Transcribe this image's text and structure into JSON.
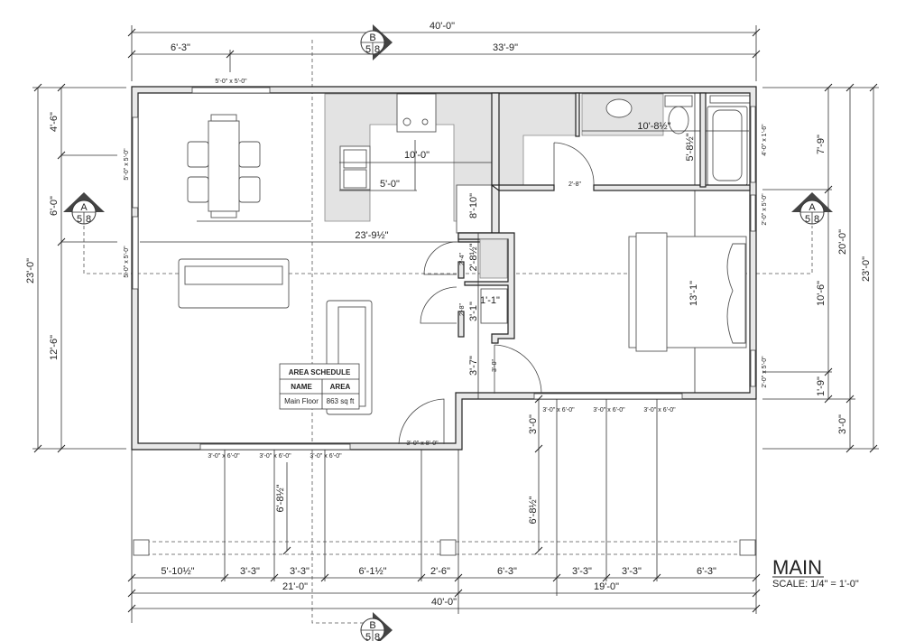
{
  "drawing": {
    "title": "MAIN",
    "scale": "SCALE: 1/4\" = 1'-0\"",
    "colors": {
      "line": "#222222",
      "wall_fill": "#e8e8e8",
      "counter_fill": "#e3e3e3"
    }
  },
  "section_markers": {
    "top": {
      "letter": "B",
      "sheet_a": "5",
      "sheet_b": "8"
    },
    "bottom": {
      "letter": "B",
      "sheet_a": "5",
      "sheet_b": "8"
    },
    "left": {
      "letter": "A",
      "sheet_a": "5",
      "sheet_b": "8"
    },
    "right": {
      "letter": "A",
      "sheet_a": "5",
      "sheet_b": "8"
    }
  },
  "dims": {
    "top_overall": "40'-0\"",
    "top_left": "6'-3\"",
    "top_right": "33'-9\"",
    "left_1": "4'-6\"",
    "left_2": "6'-0\"",
    "left_3": "12'-6\"",
    "left_overall": "23'-0\"",
    "right_1": "7'-9\"",
    "right_2": "10'-6\"",
    "right_3": "1'-9\"",
    "right_20": "20'-0\"",
    "right_overall": "23'-0\"",
    "right_porch": "3'-0\"",
    "kitchen_width": "10'-0\"",
    "kitchen_sink": "5'-0\"",
    "kitchen_depth": "8'-10\"",
    "living_width": "23'-9½\"",
    "bath_width": "10'-8½\"",
    "bath_depth": "5'-8½\"",
    "bath_door": "2'-8\"",
    "bedroom_depth": "13'-1\"",
    "closet_door_1": "2'-4\"",
    "closet_1": "2'-8½\"",
    "closet_door_2": "2'-8\"",
    "closet_2": "3'-1\"",
    "closet_2b": "1'-1\"",
    "hall": "3'-7\"",
    "bedroom_door": "3'-0\"",
    "porch_left": "6'-8½\"",
    "porch_right_top": "3'-0\"",
    "porch_right": "6'-8½\"",
    "bottom_row": [
      "5'-10½\"",
      "3'-3\"",
      "3'-3\"",
      "6'-1½\"",
      "2'-6\"",
      "6'-3\"",
      "3'-3\"",
      "3'-3\"",
      "6'-3\""
    ],
    "bottom_left": "21'-0\"",
    "bottom_right": "19'-0\"",
    "bottom_overall": "40'-0\""
  },
  "openings": {
    "top_window": "5'-0\" x 5'-0\"",
    "left_window_1": "5'-0\" x 5'-0\"",
    "left_window_2": "5'-0\" x 5'-0\"",
    "bath_window": "4'-0\" x 1'-6\"",
    "bed_window_1": "2'-0\" x 5'-0\"",
    "bed_window_2": "2'-0\" x 5'-0\"",
    "front_windows": [
      "3'-0\" x 6'-0\"",
      "3'-0\" x 6'-0\"",
      "3'-0\" x 6'-0\""
    ],
    "front_door": "3'-0\" x 8'-0\"",
    "bed_front_windows": [
      "3'-0\" x 6'-0\"",
      "3'-0\" x 6'-0\"",
      "3'-0\" x 6'-0\""
    ]
  },
  "area_schedule": {
    "title": "AREA SCHEDULE",
    "headers": [
      "NAME",
      "AREA"
    ],
    "rows": [
      [
        "Main Floor",
        "863 sq ft"
      ]
    ]
  }
}
